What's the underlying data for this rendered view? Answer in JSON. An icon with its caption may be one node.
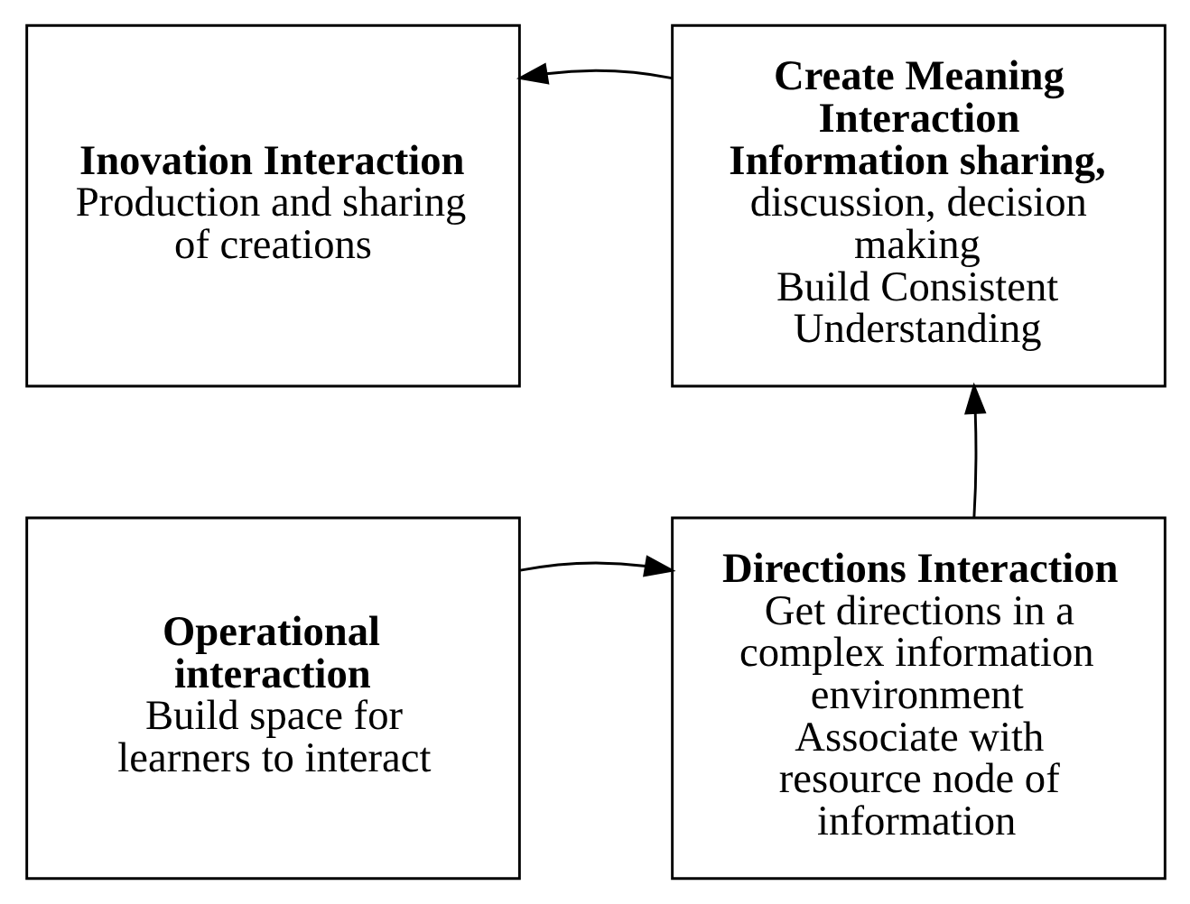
{
  "diagram": {
    "nodes": [
      {
        "text": [
          "Inovation Interaction",
          "Production and sharing of creations"
        ]
      },
      {
        "text": [
          "Create Meaning Interaction Information sharing,",
          "discussion, decision making",
          "Build Consistent Understanding"
        ]
      },
      {
        "text": [
          "Operational interaction",
          "Build space for learners to interact"
        ]
      },
      {
        "text": [
          "Directions Interaction",
          "Get directions in a complex information environment",
          "Associate with resource node of information"
        ]
      }
    ],
    "edges": [
      {
        "from": 1,
        "to": 0,
        "arrow": "to"
      },
      {
        "from": 3,
        "to": 1,
        "arrow": "to"
      },
      {
        "from": 2,
        "to": 3,
        "arrow": "to"
      }
    ]
  }
}
